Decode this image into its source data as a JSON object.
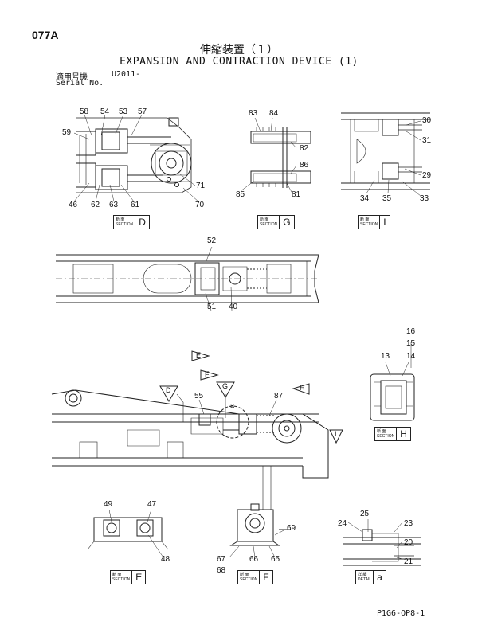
{
  "header": {
    "page_code": "077A",
    "title_jp": "伸縮装置（１）",
    "title_en": "EXPANSION AND CONTRACTION DEVICE (1)",
    "serial_label_jp": "適用号機",
    "serial_value": "U2011-",
    "serial_label_en": "Serial No."
  },
  "footer": {
    "code": "P1G6-OP8-1"
  },
  "sections": {
    "D": {
      "jp": "断 面",
      "en": "SECTION",
      "letter": "D"
    },
    "G": {
      "jp": "断 面",
      "en": "SECTION",
      "letter": "G"
    },
    "I": {
      "jp": "断 面",
      "en": "SECTION",
      "letter": "I"
    },
    "H": {
      "jp": "断 面",
      "en": "SECTION",
      "letter": "H"
    },
    "E": {
      "jp": "断 面",
      "en": "SECTION",
      "letter": "E"
    },
    "F": {
      "jp": "断 面",
      "en": "SECTION",
      "letter": "F"
    },
    "a": {
      "jp": "詳 細",
      "en": "DETAIL",
      "letter": "a"
    }
  },
  "view_markers": {
    "E": "E",
    "F": "F",
    "D": "D",
    "G": "G",
    "H": "H",
    "I": "I",
    "a": "a"
  },
  "callouts": {
    "c58": "58",
    "c54": "54",
    "c53": "53",
    "c57": "57",
    "c59": "59",
    "c46": "46",
    "c62": "62",
    "c63": "63",
    "c61": "61",
    "c71": "71",
    "c70": "70",
    "c83": "83",
    "c84": "84",
    "c82": "82",
    "c86": "86",
    "c85": "85",
    "c81": "81",
    "c30": "30",
    "c31": "31",
    "c29": "29",
    "c34": "34",
    "c35": "35",
    "c33": "33",
    "c52": "52",
    "c51": "51",
    "c40": "40",
    "c16": "16",
    "c15": "15",
    "c14": "14",
    "c13": "13",
    "c55": "55",
    "c87": "87",
    "c49": "49",
    "c47": "47",
    "c48": "48",
    "c69": "69",
    "c67": "67",
    "c68": "68",
    "c66": "66",
    "c65": "65",
    "c25": "25",
    "c24": "24",
    "c23": "23",
    "c20": "20",
    "c21": "21"
  }
}
